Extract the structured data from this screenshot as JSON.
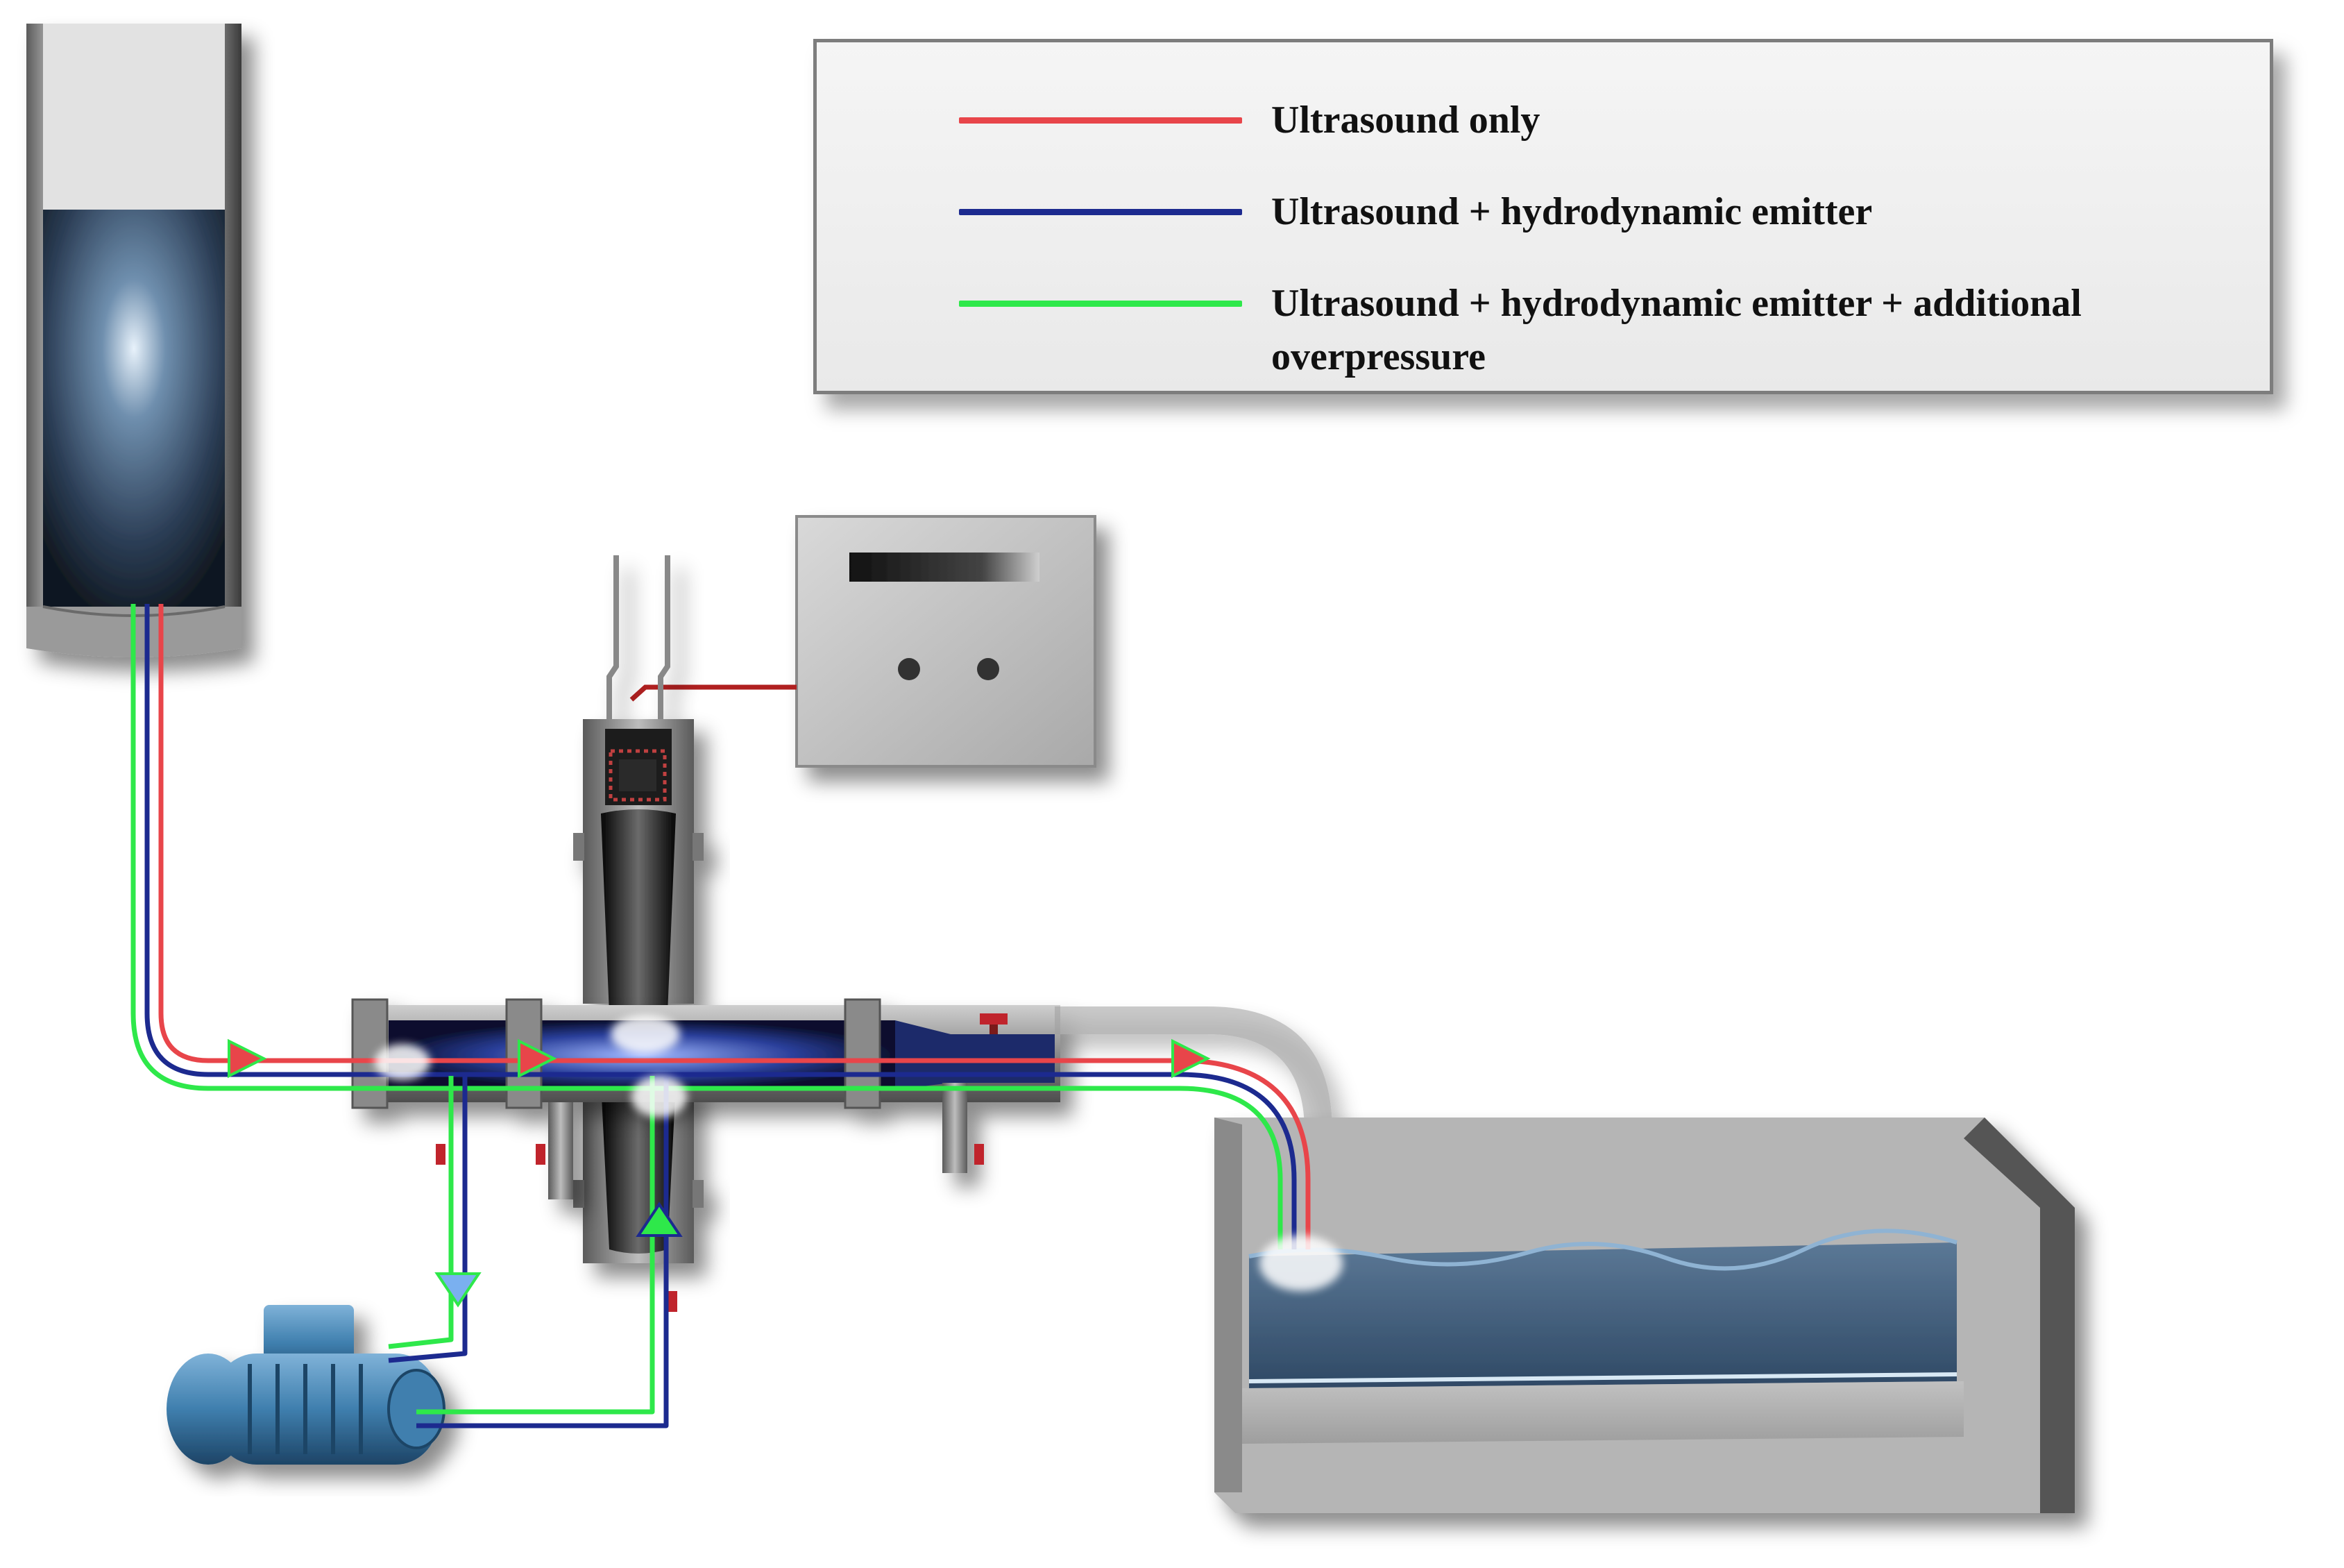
{
  "legend": {
    "items": [
      {
        "label": "Ultrasound only",
        "color": "#e8454a"
      },
      {
        "label": "Ultrasound + hydrodynamic emitter",
        "color": "#1c2a8f"
      },
      {
        "label": "Ultrasound + hydrodynamic emitter + additional overpressure",
        "color": "#2ee84a"
      }
    ]
  },
  "colors": {
    "water": "#3e5d7a",
    "metal": "#8f8f8f",
    "pump": "#3f7fae",
    "valve": "#c0242c",
    "pipe_shell": "#c9d2e6"
  },
  "components": [
    "tank-icon",
    "reactor-icon",
    "ultrasound-transducer-icon",
    "generator-box-icon",
    "pump-icon",
    "valve-icon",
    "basin-icon"
  ]
}
